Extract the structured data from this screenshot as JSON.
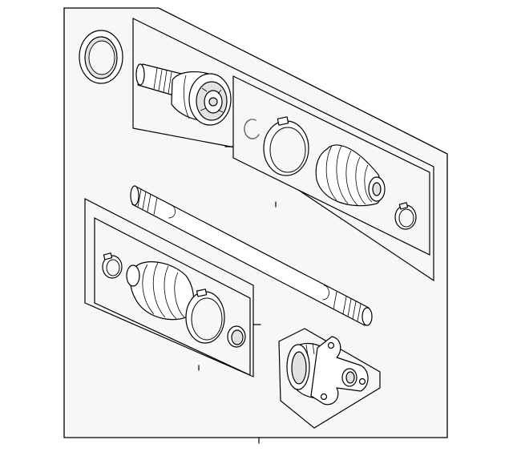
{
  "diagram": {
    "colors": {
      "line": "#000000",
      "panel": "#f7f7f7",
      "background": "#ffffff",
      "part_fill": "#ffffff",
      "part_shade": "#e2e2e2"
    },
    "parts": [
      "front-seal-ring",
      "outer-cv-joint-assembly",
      "outer-boot-kit",
      "snap-ring",
      "boot-clamp-large",
      "outer-cv-boot",
      "boot-clamp-small",
      "axle-shaft",
      "inner-boot-kit",
      "inner-boot-clamp",
      "inner-cv-boot",
      "inner-boot-clamp-large",
      "inner-joint-seal",
      "inner-cv-joint-housing"
    ]
  }
}
